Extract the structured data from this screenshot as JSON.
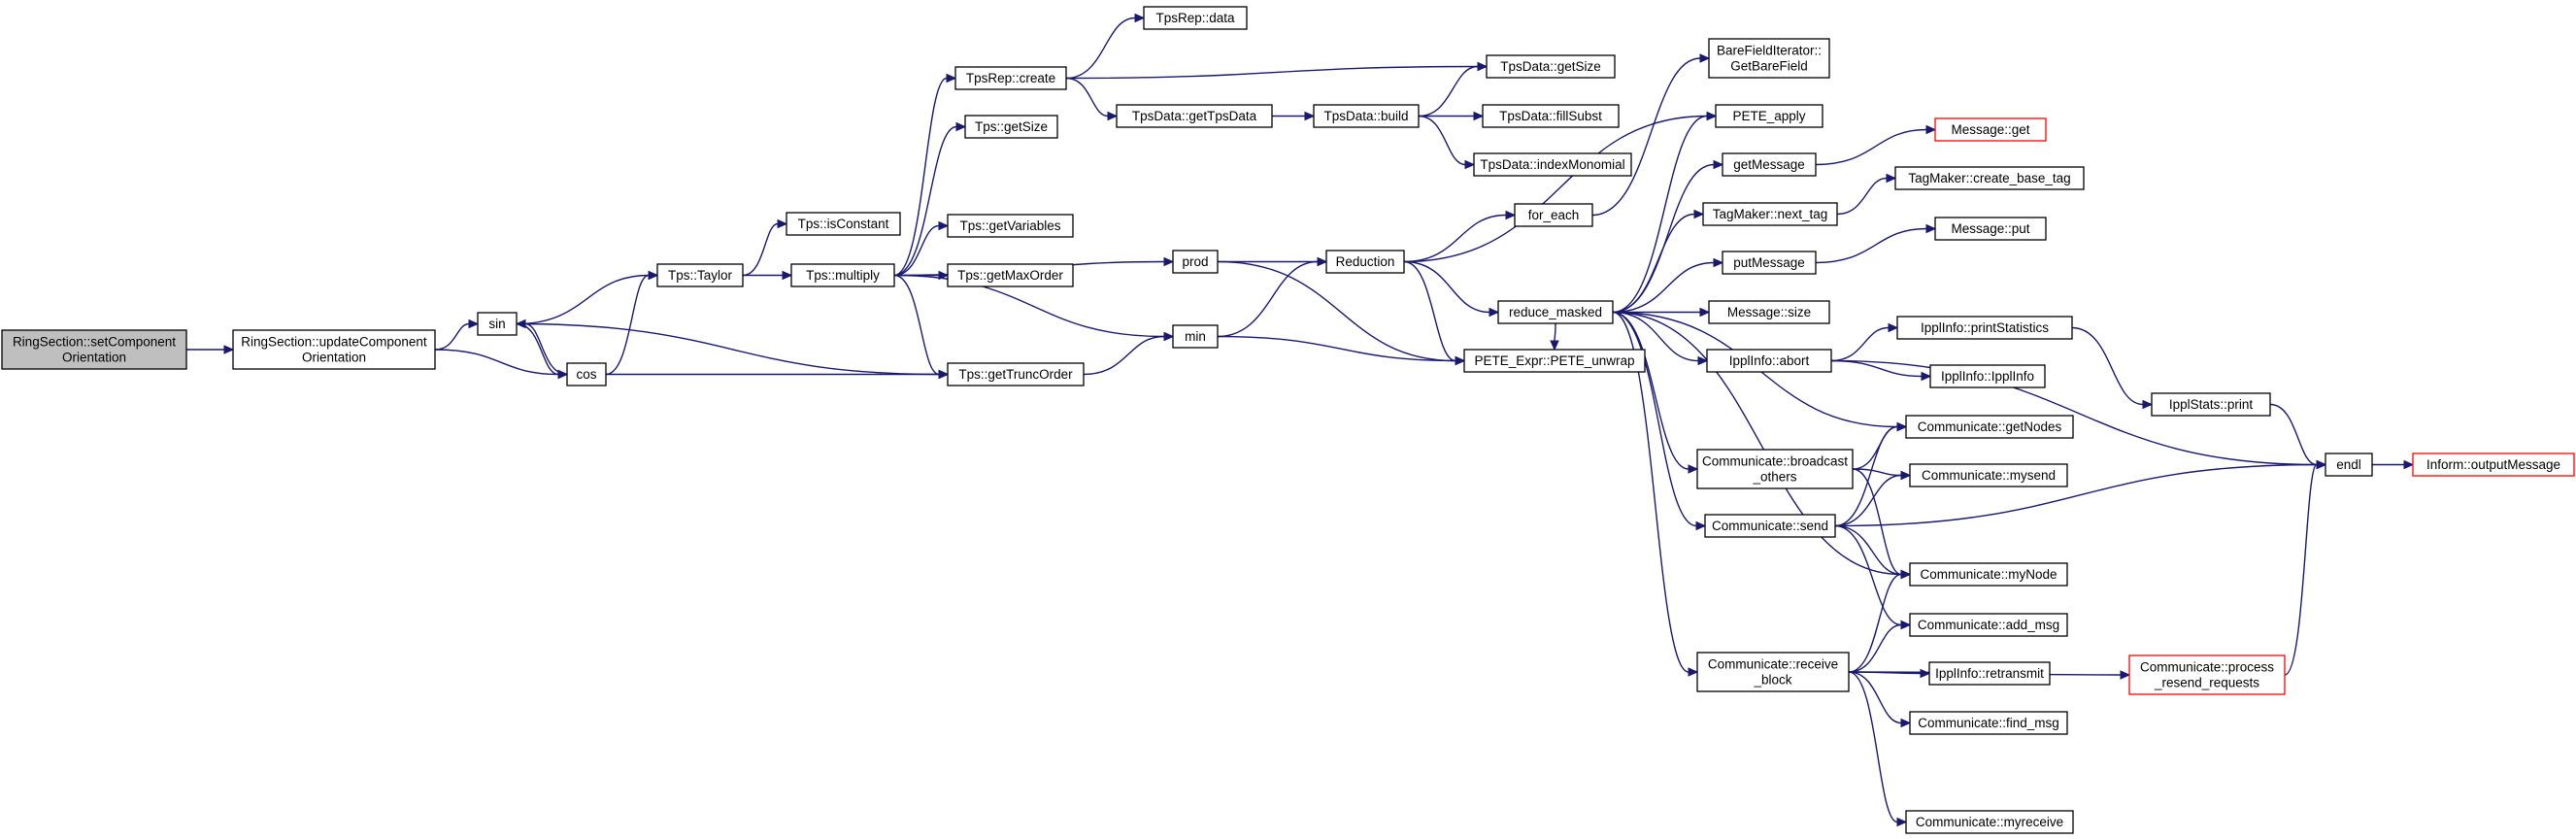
{
  "colors": {
    "edge": "#191970",
    "node_border": "#000000",
    "truncated_node_border": "#ff0000",
    "root_fill": "#bfbfbf",
    "node_fill": "#ffffff"
  },
  "nodes": [
    {
      "id": "root",
      "lines": [
        "RingSection::setComponent",
        "Orientation"
      ],
      "kind": "root"
    },
    {
      "id": "update",
      "lines": [
        "RingSection::updateComponent",
        "Orientation"
      ]
    },
    {
      "id": "sin",
      "lines": [
        "sin"
      ]
    },
    {
      "id": "cos",
      "lines": [
        "cos"
      ]
    },
    {
      "id": "taylor",
      "lines": [
        "Tps::Taylor"
      ]
    },
    {
      "id": "isconst",
      "lines": [
        "Tps::isConstant"
      ]
    },
    {
      "id": "multiply",
      "lines": [
        "Tps::multiply"
      ]
    },
    {
      "id": "trunc",
      "lines": [
        "Tps::getTruncOrder"
      ]
    },
    {
      "id": "repcreate",
      "lines": [
        "TpsRep::create"
      ]
    },
    {
      "id": "getsize",
      "lines": [
        "Tps::getSize"
      ]
    },
    {
      "id": "getvars",
      "lines": [
        "Tps::getVariables"
      ]
    },
    {
      "id": "getmax",
      "lines": [
        "Tps::getMaxOrder"
      ]
    },
    {
      "id": "repdata",
      "lines": [
        "TpsRep::data"
      ]
    },
    {
      "id": "gettpsdata",
      "lines": [
        "TpsData::getTpsData"
      ]
    },
    {
      "id": "build",
      "lines": [
        "TpsData::build"
      ]
    },
    {
      "id": "dgetsize",
      "lines": [
        "TpsData::getSize"
      ]
    },
    {
      "id": "fillsubst",
      "lines": [
        "TpsData::fillSubst"
      ]
    },
    {
      "id": "indexmono",
      "lines": [
        "TpsData::indexMonomial"
      ]
    },
    {
      "id": "prod",
      "lines": [
        "prod"
      ]
    },
    {
      "id": "min",
      "lines": [
        "min"
      ]
    },
    {
      "id": "reduction",
      "lines": [
        "Reduction"
      ]
    },
    {
      "id": "unwrap",
      "lines": [
        "PETE_Expr::PETE_unwrap"
      ]
    },
    {
      "id": "foreach",
      "lines": [
        "for_each"
      ]
    },
    {
      "id": "reducemasked",
      "lines": [
        "reduce_masked"
      ]
    },
    {
      "id": "barefield",
      "lines": [
        "BareFieldIterator::",
        "GetBareField"
      ]
    },
    {
      "id": "peteapply",
      "lines": [
        "PETE_apply"
      ]
    },
    {
      "id": "getmessage",
      "lines": [
        "getMessage"
      ]
    },
    {
      "id": "nexttag",
      "lines": [
        "TagMaker::next_tag"
      ]
    },
    {
      "id": "putmessage",
      "lines": [
        "putMessage"
      ]
    },
    {
      "id": "msgsize",
      "lines": [
        "Message::size"
      ]
    },
    {
      "id": "abort",
      "lines": [
        "IpplInfo::abort"
      ]
    },
    {
      "id": "msgget",
      "lines": [
        "Message::get"
      ],
      "kind": "truncated"
    },
    {
      "id": "basetag",
      "lines": [
        "TagMaker::create_base_tag"
      ]
    },
    {
      "id": "msgput",
      "lines": [
        "Message::put"
      ]
    },
    {
      "id": "printstats",
      "lines": [
        "IpplInfo::printStatistics"
      ]
    },
    {
      "id": "ipplinfo",
      "lines": [
        "IpplInfo::IpplInfo"
      ]
    },
    {
      "id": "statsprint",
      "lines": [
        "IpplStats::print"
      ]
    },
    {
      "id": "endl",
      "lines": [
        "endl"
      ]
    },
    {
      "id": "outmsg",
      "lines": [
        "Inform::outputMessage"
      ],
      "kind": "truncated"
    },
    {
      "id": "bcast",
      "lines": [
        "Communicate::broadcast",
        "_others"
      ]
    },
    {
      "id": "send",
      "lines": [
        "Communicate::send"
      ]
    },
    {
      "id": "recvblock",
      "lines": [
        "Communicate::receive",
        "_block"
      ]
    },
    {
      "id": "getnodes",
      "lines": [
        "Communicate::getNodes"
      ]
    },
    {
      "id": "mysend",
      "lines": [
        "Communicate::mysend"
      ]
    },
    {
      "id": "mynode",
      "lines": [
        "Communicate::myNode"
      ]
    },
    {
      "id": "addmsg",
      "lines": [
        "Communicate::add_msg"
      ]
    },
    {
      "id": "retransmit",
      "lines": [
        "IpplInfo::retransmit"
      ]
    },
    {
      "id": "findmsg",
      "lines": [
        "Communicate::find_msg"
      ]
    },
    {
      "id": "myreceive",
      "lines": [
        "Communicate::myreceive"
      ]
    },
    {
      "id": "resend",
      "lines": [
        "Communicate::process",
        "_resend_requests"
      ],
      "kind": "truncated"
    }
  ],
  "edges": [
    [
      "root",
      "update"
    ],
    [
      "update",
      "sin"
    ],
    [
      "update",
      "cos"
    ],
    [
      "sin",
      "taylor"
    ],
    [
      "sin",
      "cos"
    ],
    [
      "sin",
      "trunc"
    ],
    [
      "cos",
      "sin"
    ],
    [
      "cos",
      "taylor"
    ],
    [
      "cos",
      "trunc"
    ],
    [
      "taylor",
      "isconst"
    ],
    [
      "taylor",
      "multiply"
    ],
    [
      "multiply",
      "repcreate"
    ],
    [
      "multiply",
      "getsize"
    ],
    [
      "multiply",
      "getvars"
    ],
    [
      "multiply",
      "getmax"
    ],
    [
      "multiply",
      "trunc"
    ],
    [
      "multiply",
      "prod"
    ],
    [
      "multiply",
      "min"
    ],
    [
      "repcreate",
      "repdata"
    ],
    [
      "repcreate",
      "gettpsdata"
    ],
    [
      "repcreate",
      "dgetsize"
    ],
    [
      "gettpsdata",
      "build"
    ],
    [
      "build",
      "dgetsize"
    ],
    [
      "build",
      "fillsubst"
    ],
    [
      "build",
      "indexmono"
    ],
    [
      "trunc",
      "min"
    ],
    [
      "prod",
      "reduction"
    ],
    [
      "prod",
      "unwrap"
    ],
    [
      "min",
      "reduction"
    ],
    [
      "min",
      "unwrap"
    ],
    [
      "reduction",
      "foreach"
    ],
    [
      "reduction",
      "peteapply"
    ],
    [
      "reduction",
      "reducemasked"
    ],
    [
      "reduction",
      "unwrap"
    ],
    [
      "foreach",
      "barefield"
    ],
    [
      "reducemasked",
      "unwrap"
    ],
    [
      "reducemasked",
      "peteapply"
    ],
    [
      "reducemasked",
      "getmessage"
    ],
    [
      "reducemasked",
      "nexttag"
    ],
    [
      "reducemasked",
      "putmessage"
    ],
    [
      "reducemasked",
      "msgsize"
    ],
    [
      "reducemasked",
      "abort"
    ],
    [
      "reducemasked",
      "getnodes"
    ],
    [
      "reducemasked",
      "bcast"
    ],
    [
      "reducemasked",
      "send"
    ],
    [
      "reducemasked",
      "mynode"
    ],
    [
      "reducemasked",
      "recvblock"
    ],
    [
      "getmessage",
      "msgget"
    ],
    [
      "nexttag",
      "basetag"
    ],
    [
      "putmessage",
      "msgput"
    ],
    [
      "abort",
      "printstats"
    ],
    [
      "abort",
      "ipplinfo"
    ],
    [
      "abort",
      "endl"
    ],
    [
      "printstats",
      "statsprint"
    ],
    [
      "statsprint",
      "endl"
    ],
    [
      "endl",
      "outmsg"
    ],
    [
      "bcast",
      "getnodes"
    ],
    [
      "bcast",
      "mysend"
    ],
    [
      "bcast",
      "mynode"
    ],
    [
      "send",
      "getnodes"
    ],
    [
      "send",
      "mysend"
    ],
    [
      "send",
      "mynode"
    ],
    [
      "send",
      "addmsg"
    ],
    [
      "send",
      "endl"
    ],
    [
      "recvblock",
      "mynode"
    ],
    [
      "recvblock",
      "addmsg"
    ],
    [
      "recvblock",
      "retransmit"
    ],
    [
      "recvblock",
      "findmsg"
    ],
    [
      "recvblock",
      "myreceive"
    ],
    [
      "recvblock",
      "resend"
    ],
    [
      "resend",
      "endl"
    ]
  ]
}
